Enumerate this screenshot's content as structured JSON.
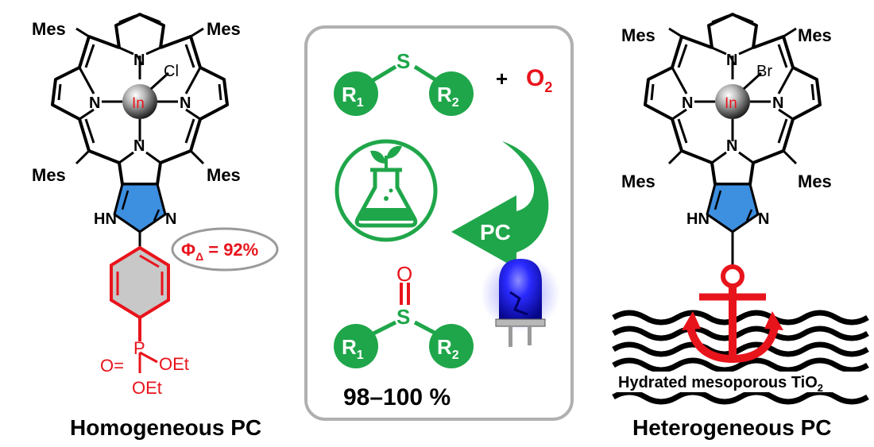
{
  "colors": {
    "green": "#1fa64a",
    "red": "#e8141c",
    "blue_imidazole": "#3d8fe0",
    "panel_border": "#b0b0b0",
    "led_blue": "#2222ff"
  },
  "left": {
    "mes_tl": "Mes",
    "mes_tr": "Mes",
    "mes_bl": "Mes",
    "mes_br": "Mes",
    "n_top": "N",
    "n_left": "N",
    "n_right": "N",
    "n_bottom": "N",
    "metal": "In",
    "ligand": "Cl",
    "imid_nh": "HN",
    "imid_n": "N",
    "quantum_yield": {
      "phi": "Φ",
      "sub": "Δ",
      "rest": " = 92%"
    },
    "phosphonate": {
      "o": "O=",
      "p": "P",
      "oet1": "OEt",
      "oet2": "OEt"
    },
    "caption": "Homogeneous PC"
  },
  "center": {
    "sulfide": {
      "s": "S",
      "r1": "R",
      "r1_sub": "1",
      "r2": "R",
      "r2_sub": "2"
    },
    "plus": "+",
    "oxygen": {
      "o": "O",
      "sub": "2"
    },
    "catalyst": "PC",
    "sulfoxide": {
      "o": "O",
      "s": "S",
      "r1": "R",
      "r1_sub": "1",
      "r2": "R",
      "r2_sub": "2"
    },
    "yield": "98–100 %",
    "icons": [
      "green-chemistry-flask-icon",
      "blue-led-icon",
      "curved-arrow-icon"
    ]
  },
  "right": {
    "mes_tl": "Mes",
    "mes_tr": "Mes",
    "mes_bl": "Mes",
    "mes_br": "Mes",
    "n_top": "N",
    "n_left": "N",
    "n_right": "N",
    "n_bottom": "N",
    "metal": "In",
    "ligand": "Br",
    "imid_nh": "HN",
    "imid_n": "N",
    "support": {
      "text": "Hydrated mesoporous TiO",
      "sub": "2"
    },
    "icons": [
      "anchor-icon",
      "wave-lines-icon"
    ],
    "caption": "Heterogeneous PC"
  }
}
